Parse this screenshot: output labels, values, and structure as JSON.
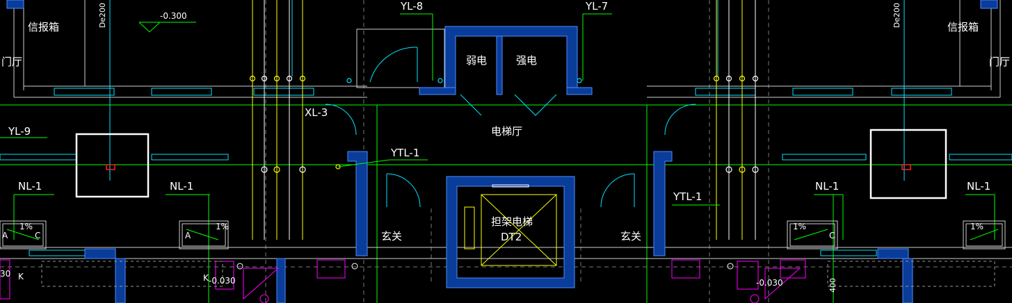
{
  "drawing": {
    "colors": {
      "background": "#000000",
      "wall_fill": "#0a3c9a",
      "wall_edge": "#4d8dff",
      "axis": "#00ff00",
      "pipe_white": "#ffffff",
      "pipe_cyan": "#00e5ff",
      "pipe_yellow": "#ffff00",
      "fixture_magenta": "#ff00ff",
      "marker_red": "#ff2020"
    },
    "labels": {
      "yl8": "YL-8",
      "yl7": "YL-7",
      "yl9": "YL-9",
      "xl3": "XL-3",
      "ytl1_left": "YTL-1",
      "ytl1_right": "YTL-1",
      "nl1_a": "NL-1",
      "nl1_b": "NL-1",
      "nl1_c": "NL-1",
      "nl1_d": "NL-1",
      "mailbox_left": "信报箱",
      "mailbox_right": "信报箱",
      "lobby": "门厅",
      "weak_power": "弱电",
      "strong_power": "强电",
      "elevator_hall": "电梯厅",
      "stretcher_elevator": "担架电梯",
      "dt2": "DT2",
      "vestibule_left": "玄关",
      "vestibule_right": "玄关",
      "de200_left": "De200",
      "de200_right": "De200",
      "elev_top": "-0.300",
      "elev_bl": "-0.030",
      "elev_br": "-0.030",
      "edge_30": "30",
      "edge_400": "400",
      "k_left": "K",
      "k_right": "K",
      "a_left": "A",
      "a_mid": "A",
      "c_left": "C",
      "c_right": "C",
      "pct_a": "1%",
      "pct_b": "1%",
      "pct_c": "1%",
      "pct_d": "1%"
    }
  }
}
